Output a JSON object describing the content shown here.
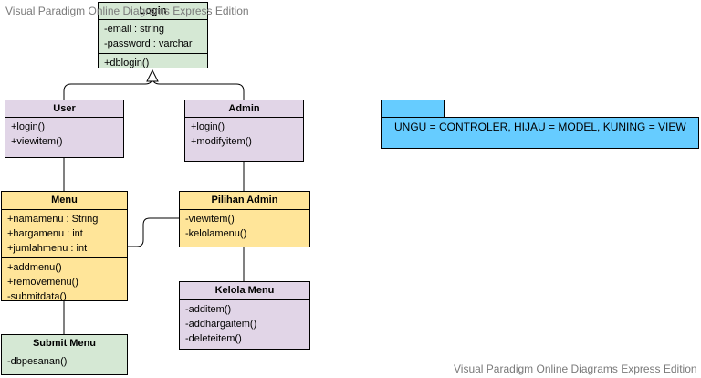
{
  "watermark": {
    "top": "Visual Paradigm Online Diagrams Express Edition",
    "bottom": "Visual Paradigm Online Diagrams Express Edition"
  },
  "colors": {
    "controller": "#e1d5e7",
    "model": "#ffe599",
    "view": "#d5e8d4",
    "note": "#66ccff"
  },
  "classes": {
    "login": {
      "name": "Login",
      "attributes": [
        "-email : string",
        "-password : varchar"
      ],
      "methods": [
        "+dblogin()"
      ]
    },
    "user": {
      "name": "User",
      "methods": [
        "+login()",
        "+viewitem()"
      ]
    },
    "admin": {
      "name": "Admin",
      "methods": [
        "+login()",
        "+modifyitem()"
      ]
    },
    "menu": {
      "name": "Menu",
      "attributes": [
        "+namamenu : String",
        "+hargamenu : int",
        "+jumlahmenu : int"
      ],
      "methods": [
        "+addmenu()",
        "+removemenu()",
        "-submitdata()"
      ]
    },
    "pilihan_admin": {
      "name": "Pilihan Admin",
      "methods": [
        "-viewitem()",
        "-kelolamenu()"
      ]
    },
    "kelola_menu": {
      "name": "Kelola Menu",
      "methods": [
        "-additem()",
        "-addhargaitem()",
        "-deleteitem()"
      ]
    },
    "submit_menu": {
      "name": "Submit Menu",
      "methods": [
        "-dbpesanan()"
      ]
    }
  },
  "note": {
    "text": "UNGU = CONTROLER, HIJAU = MODEL, KUNING = VIEW"
  }
}
